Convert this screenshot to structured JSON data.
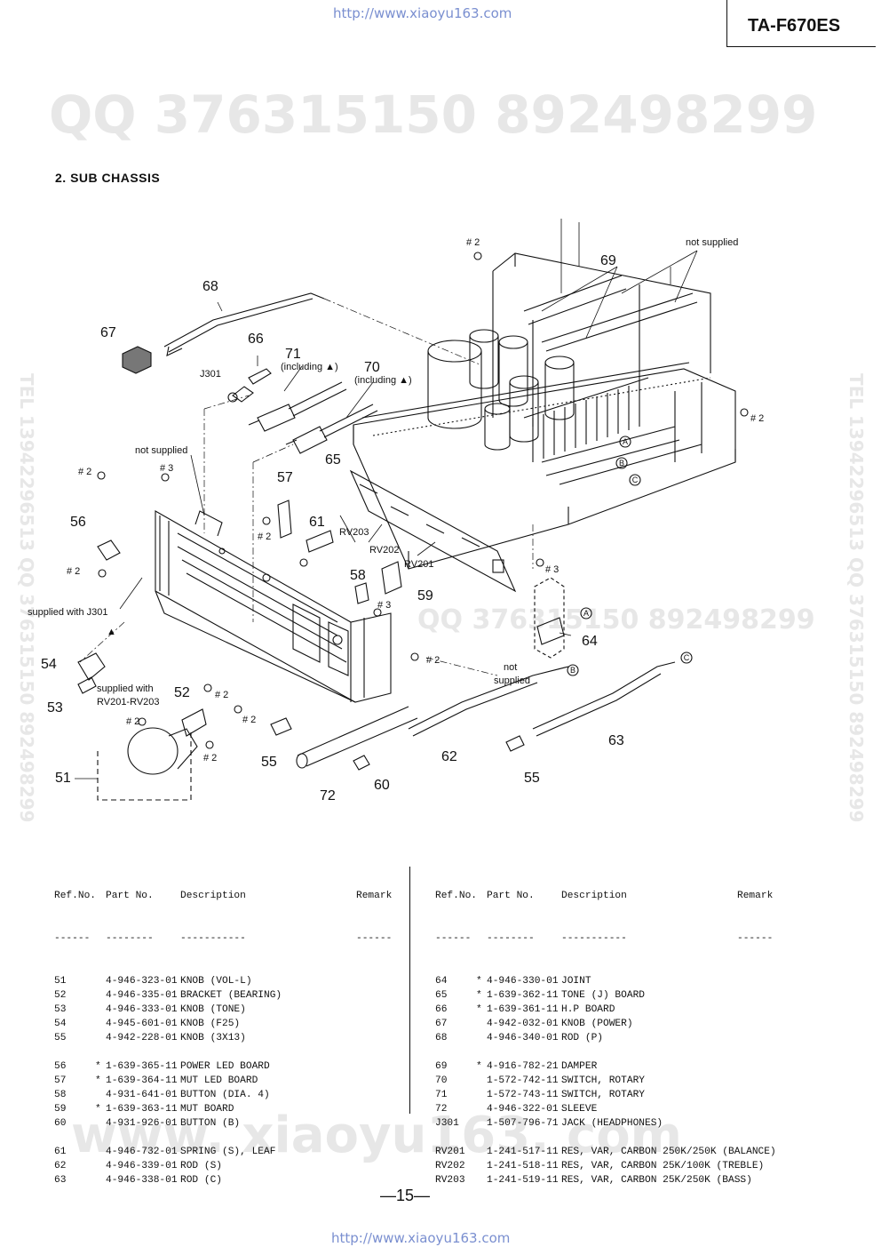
{
  "header": {
    "url_top": "http://www.xiaoyu163.com",
    "model": "TA-F670ES",
    "url_bottom": "http://www.xiaoyu163.com"
  },
  "watermarks": {
    "qq_top": "QQ 376315150   892498299",
    "qq_mid": "QQ 376315150  892498299",
    "site_bottom": "www. xiaoyu163. com",
    "side_left": "TEL 13942296513  QQ 376315150  892498299",
    "side_right": "TEL 13942296513  QQ 376315150  892498299"
  },
  "section_title": "2.  SUB CHASSIS",
  "diagram": {
    "callouts": [
      {
        "id": "c68",
        "text": "68"
      },
      {
        "id": "c67",
        "text": "67"
      },
      {
        "id": "c66",
        "text": "66"
      },
      {
        "id": "c71",
        "text": "71"
      },
      {
        "id": "c70",
        "text": "70"
      },
      {
        "id": "c69",
        "text": "69"
      },
      {
        "id": "c65",
        "text": "65"
      },
      {
        "id": "c57",
        "text": "57"
      },
      {
        "id": "c56",
        "text": "56"
      },
      {
        "id": "c61",
        "text": "61"
      },
      {
        "id": "c58",
        "text": "58"
      },
      {
        "id": "c59",
        "text": "59"
      },
      {
        "id": "c54",
        "text": "54"
      },
      {
        "id": "c53",
        "text": "53"
      },
      {
        "id": "c52",
        "text": "52"
      },
      {
        "id": "c51",
        "text": "51"
      },
      {
        "id": "c55a",
        "text": "55"
      },
      {
        "id": "c72",
        "text": "72"
      },
      {
        "id": "c60",
        "text": "60"
      },
      {
        "id": "c62",
        "text": "62"
      },
      {
        "id": "c55b",
        "text": "55"
      },
      {
        "id": "c63",
        "text": "63"
      },
      {
        "id": "c64",
        "text": "64"
      }
    ],
    "notes": {
      "hash2": "# 2",
      "hash3": "# 3",
      "not_supplied": "not supplied",
      "not_supplied_2": "not",
      "not_supplied_3": "supplied",
      "including": "(including ▲)",
      "j301": "J301",
      "supplied_j301": "supplied with J301",
      "supplied_rv": "supplied with",
      "supplied_rv2": "RV201-RV203",
      "rv201": "RV201",
      "rv202": "RV202",
      "rv203": "RV203",
      "triangle": "▲",
      "mark_a": "A",
      "mark_b": "B",
      "mark_c": "C"
    }
  },
  "parts_table": {
    "headers": {
      "ref": "Ref.No.",
      "part": "Part No.",
      "desc": "Description",
      "remark": "Remark"
    },
    "dashes": {
      "ref": "------",
      "part": "--------",
      "desc": "-----------",
      "remark": "------"
    },
    "left_groups": [
      [
        {
          "ref": "51",
          "mark": "",
          "part": "4-946-323-01",
          "desc": "KNOB (VOL-L)"
        },
        {
          "ref": "52",
          "mark": "",
          "part": "4-946-335-01",
          "desc": "BRACKET (BEARING)"
        },
        {
          "ref": "53",
          "mark": "",
          "part": "4-946-333-01",
          "desc": "KNOB (TONE)"
        },
        {
          "ref": "54",
          "mark": "",
          "part": "4-945-601-01",
          "desc": "KNOB (F25)"
        },
        {
          "ref": "55",
          "mark": "",
          "part": "4-942-228-01",
          "desc": "KNOB (3X13)"
        }
      ],
      [
        {
          "ref": "56",
          "mark": "*",
          "part": "1-639-365-11",
          "desc": "POWER LED BOARD"
        },
        {
          "ref": "57",
          "mark": "*",
          "part": "1-639-364-11",
          "desc": "MUT LED BOARD"
        },
        {
          "ref": "58",
          "mark": "",
          "part": "4-931-641-01",
          "desc": "BUTTON (DIA. 4)"
        },
        {
          "ref": "59",
          "mark": "*",
          "part": "1-639-363-11",
          "desc": "MUT BOARD"
        },
        {
          "ref": "60",
          "mark": "",
          "part": "4-931-926-01",
          "desc": "BUTTON (B)"
        }
      ],
      [
        {
          "ref": "61",
          "mark": "",
          "part": "4-946-732-01",
          "desc": "SPRING (S), LEAF"
        },
        {
          "ref": "62",
          "mark": "",
          "part": "4-946-339-01",
          "desc": "ROD (S)"
        },
        {
          "ref": "63",
          "mark": "",
          "part": "4-946-338-01",
          "desc": "ROD (C)"
        }
      ]
    ],
    "right_groups": [
      [
        {
          "ref": "64",
          "mark": "*",
          "part": "4-946-330-01",
          "desc": "JOINT"
        },
        {
          "ref": "65",
          "mark": "*",
          "part": "1-639-362-11",
          "desc": "TONE (J) BOARD"
        },
        {
          "ref": "66",
          "mark": "*",
          "part": "1-639-361-11",
          "desc": "H.P BOARD"
        },
        {
          "ref": "67",
          "mark": "",
          "part": "4-942-032-01",
          "desc": "KNOB (POWER)"
        },
        {
          "ref": "68",
          "mark": "",
          "part": "4-946-340-01",
          "desc": "ROD (P)"
        }
      ],
      [
        {
          "ref": "69",
          "mark": "*",
          "part": "4-916-782-21",
          "desc": "DAMPER"
        },
        {
          "ref": "70",
          "mark": "",
          "part": "1-572-742-11",
          "desc": "SWITCH, ROTARY"
        },
        {
          "ref": "71",
          "mark": "",
          "part": "1-572-743-11",
          "desc": "SWITCH, ROTARY"
        },
        {
          "ref": "72",
          "mark": "",
          "part": "4-946-322-01",
          "desc": "SLEEVE"
        },
        {
          "ref": "J301",
          "mark": "",
          "part": "1-507-796-71",
          "desc": "JACK (HEADPHONES)"
        }
      ],
      [
        {
          "ref": "RV201",
          "mark": "",
          "part": "1-241-517-11",
          "desc": "RES, VAR, CARBON 250K/250K (BALANCE)"
        },
        {
          "ref": "RV202",
          "mark": "",
          "part": "1-241-518-11",
          "desc": "RES, VAR, CARBON 25K/100K (TREBLE)"
        },
        {
          "ref": "RV203",
          "mark": "",
          "part": "1-241-519-11",
          "desc": "RES, VAR, CARBON 25K/250K (BASS)"
        }
      ]
    ]
  },
  "page_number": "—15—"
}
